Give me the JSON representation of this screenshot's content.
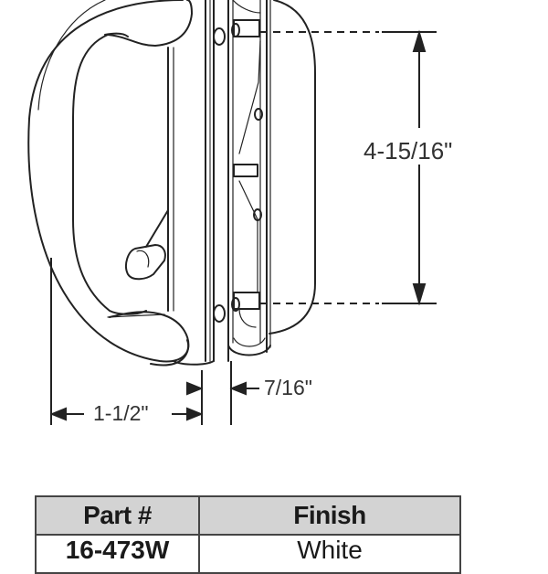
{
  "dimensions": {
    "height": "4-15/16\"",
    "projection": "1-1/2\"",
    "thickness": "7/16\""
  },
  "table": {
    "headers": [
      "Part #",
      "Finish"
    ],
    "rows": [
      {
        "part": "16-473W",
        "finish": "White"
      }
    ]
  },
  "colors": {
    "line": "#222222",
    "header_bg": "#d3d3d3"
  }
}
